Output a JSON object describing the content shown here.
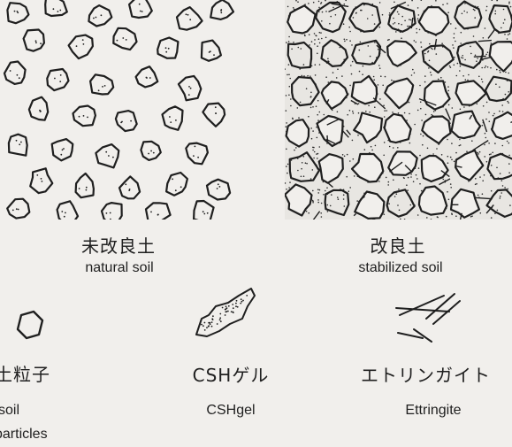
{
  "panels": {
    "natural": {
      "jp_label": "未改良土",
      "en_label": "natural soil"
    },
    "stabilized": {
      "jp_label": "改良土",
      "en_label": "stabilized soil"
    }
  },
  "legend": {
    "soil_particles": {
      "jp_label": "土粒子",
      "en_line1": "soil",
      "en_line2": "particles"
    },
    "csh_gel": {
      "jp_label": "CSHゲル",
      "en_label": "CSHgel"
    },
    "ettringite": {
      "jp_label": "エトリンガイト",
      "en_label": "Ettringite"
    }
  }
}
